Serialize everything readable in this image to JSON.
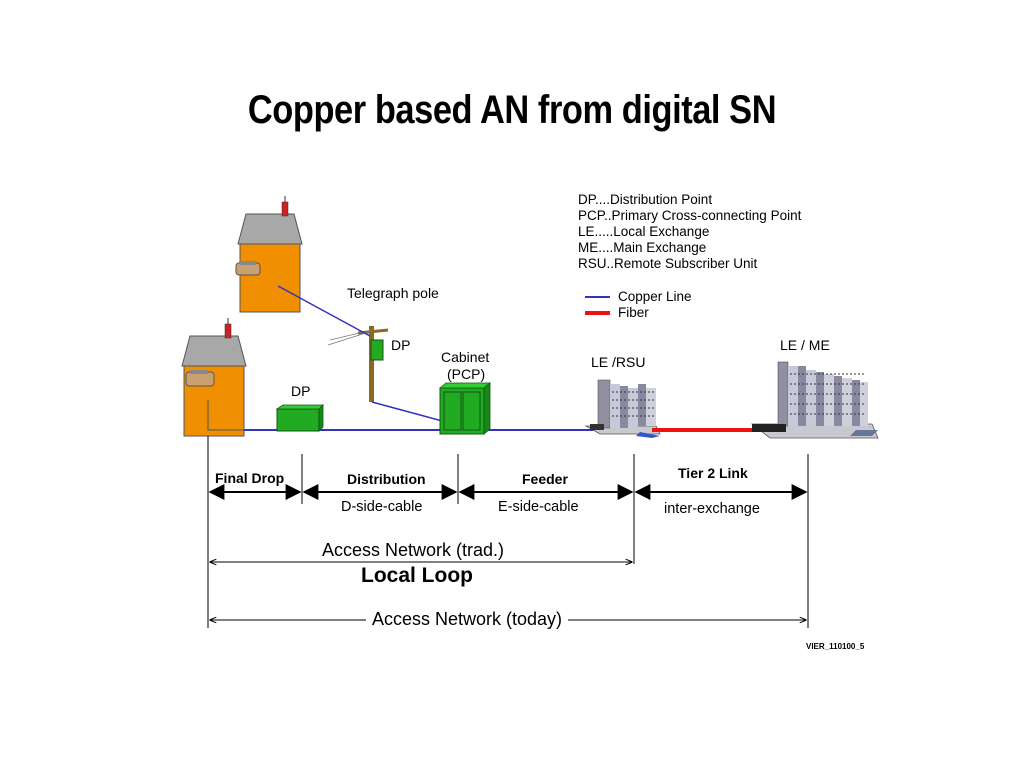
{
  "title": "Copper based AN from digital SN",
  "legend": {
    "abbreviations": [
      "DP....Distribution Point",
      "PCP..Primary Cross-connecting Point",
      "LE.....Local Exchange",
      "ME....Main Exchange",
      "RSU..Remote Subscriber Unit"
    ],
    "copper_label": "Copper Line",
    "fiber_label": "Fiber",
    "copper_color": "#3333bb",
    "fiber_color": "#ee1111"
  },
  "labels": {
    "telegraph_pole": "Telegraph pole",
    "dp_pole": "DP",
    "dp_ground": "DP",
    "cabinet": "Cabinet",
    "cabinet_sub": "(PCP)",
    "le_rsu": "LE /RSU",
    "le_me": "LE / ME"
  },
  "segments": {
    "final_drop": "Final Drop",
    "distribution": "Distribution",
    "distribution_sub": "D-side-cable",
    "feeder": "Feeder",
    "feeder_sub": "E-side-cable",
    "tier2": "Tier 2 Link",
    "tier2_sub": "inter-exchange"
  },
  "spans": {
    "access_trad": "Access Network (trad.)",
    "local_loop": "Local Loop",
    "access_today": "Access Network (today)"
  },
  "reference": "VIER_110100_5",
  "colors": {
    "house": "#f09000",
    "roof": "#a8a8a8",
    "equipment_green": "#22aa22",
    "pole": "#8a6a1e"
  }
}
